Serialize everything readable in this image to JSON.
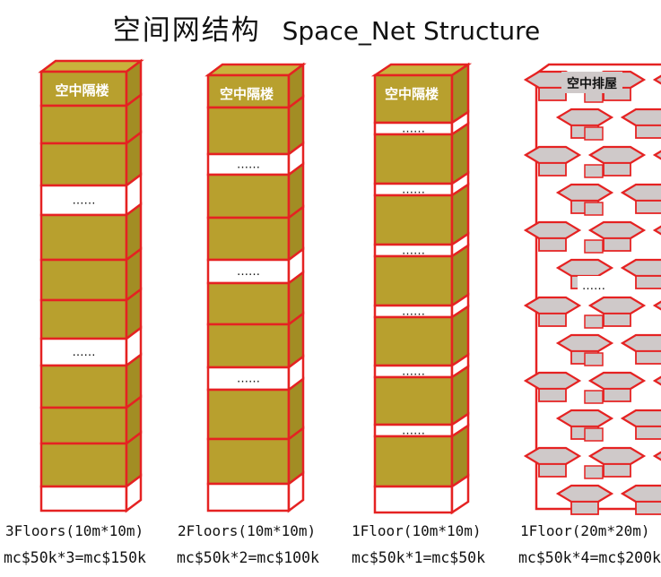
{
  "title": {
    "cn": "空间网结构",
    "en": "Space_Net Structure"
  },
  "colors": {
    "frame": "#e52222",
    "module_fill": "#b8a02e",
    "module_top": "#c9b23c",
    "grid_fill": "#cfc9c9",
    "background": "#ffffff"
  },
  "ellipsis": "……",
  "columns": [
    {
      "label": "空中隔楼",
      "floors": "3Floors(10m*10m)",
      "price": "mc$50k*3=mc$150k"
    },
    {
      "label": "空中隔楼",
      "floors": "2Floors(10m*10m)",
      "price": "mc$50k*2=mc$100k"
    },
    {
      "label": "空中隔楼",
      "floors": "1Floor(10m*10m)",
      "price": "mc$50k*1=mc$50k"
    },
    {
      "label": "空中排屋",
      "floors": "1Floor(20m*20m)",
      "price": "mc$50k*4=mc$200k"
    }
  ]
}
